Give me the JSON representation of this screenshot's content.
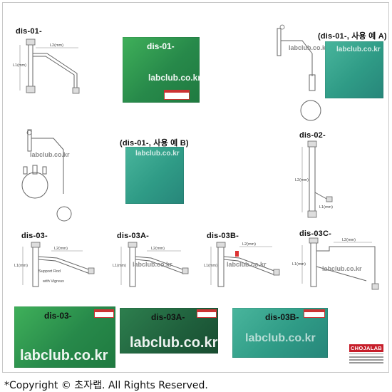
{
  "labels": {
    "dis01": "dis-01-",
    "dis01_photo": "dis-01-",
    "dis01_usage_a": "(dis-01-, 사용 예 A)",
    "dis01_usage_b": "(dis-01-, 사용 예 B)",
    "dis02": "dis-02-",
    "dis03": "dis-03-",
    "dis03a": "dis-03A-",
    "dis03b": "dis-03B-",
    "dis03c": "dis-03C-",
    "dis03_photo": "dis-03-",
    "dis03a_photo": "dis-03A-",
    "dis03b_photo": "dis-03B-"
  },
  "watermark": "labclub.co.kr",
  "dimensions": {
    "l1": "L1(mm)",
    "l2": "L2(mm)",
    "support_rod": "Support Rod",
    "with_vigreux": "with Vigreux"
  },
  "logo": "CHOJALAB",
  "copyright": "*Copyright © 초자랩.     All Rights Reserved."
}
